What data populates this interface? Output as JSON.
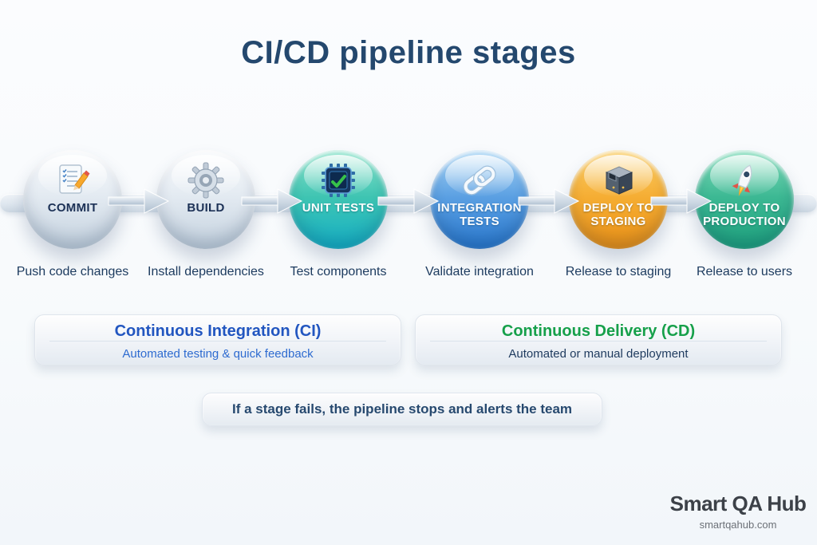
{
  "title": "CI/CD pipeline stages",
  "stages": [
    {
      "label": "COMMIT",
      "caption": "Push code changes",
      "icon": "clipboard-pencil-icon",
      "color": "silver"
    },
    {
      "label": "BUILD",
      "caption": "Install dependencies",
      "icon": "gear-icon",
      "color": "silver"
    },
    {
      "label": "UNIT TESTS",
      "caption": "Test components",
      "icon": "chip-check-icon",
      "color": "teal"
    },
    {
      "label": "INTEGRATION TESTS",
      "caption": "Validate integration",
      "icon": "chain-link-icon",
      "color": "blue"
    },
    {
      "label": "DEPLOY TO STAGING",
      "caption": "Release to staging",
      "icon": "server-box-icon",
      "color": "orange"
    },
    {
      "label": "DEPLOY TO PRODUCTION",
      "caption": "Release to users",
      "icon": "rocket-icon",
      "color": "green"
    }
  ],
  "groups": [
    {
      "title": "Continuous Integration (CI)",
      "subtitle": "Automated testing & quick feedback",
      "title_color": "#2256c0",
      "subtitle_color": "#2e6bd0"
    },
    {
      "title": "Continuous Delivery (CD)",
      "subtitle": "Automated or manual deployment",
      "title_color": "#16a04a",
      "subtitle_color": "#1e3a5e"
    }
  ],
  "note": "If a stage fails, the pipeline stops and alerts the team",
  "footer": {
    "brand": "Smart QA Hub",
    "website": "smartqahub.com"
  },
  "colors": {
    "title_text": "#24486e",
    "caption_text": "#1c3a5e",
    "stage_teal": "#14b0c7",
    "stage_blue": "#2979cf",
    "stage_orange": "#ec9115",
    "stage_green": "#1da27e",
    "stage_silver": "#c4d2df",
    "note_text": "#27496f",
    "background": "#f7fafc"
  }
}
